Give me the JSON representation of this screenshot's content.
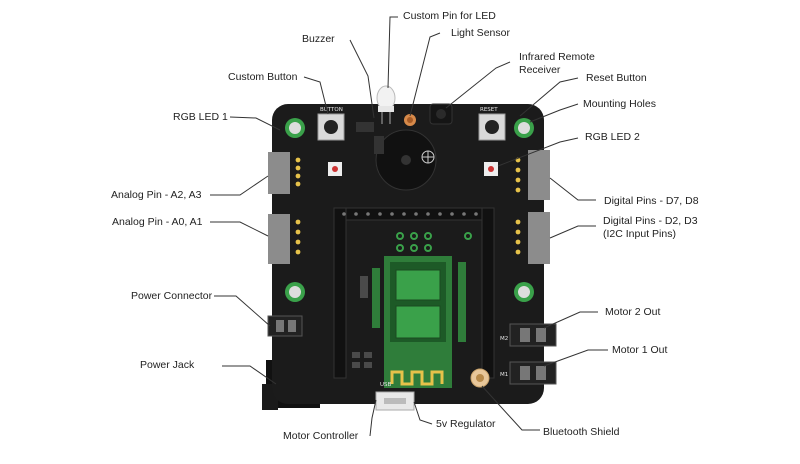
{
  "callouts": {
    "custom_pin_led": "Custom Pin for LED",
    "buzzer": "Buzzer",
    "light_sensor": "Light Sensor",
    "ir_receiver_line1": "Infrared Remote",
    "ir_receiver_line2": "Receiver",
    "custom_button": "Custom Button",
    "reset_button": "Reset Button",
    "mounting_holes": "Mounting Holes",
    "rgb_led_1": "RGB LED 1",
    "rgb_led_2": "RGB LED 2",
    "analog_a2_a3": "Analog Pin - A2, A3",
    "digital_d7_d8": "Digital Pins - D7, D8",
    "analog_a0_a1": "Analog Pin - A0, A1",
    "digital_d2_d3_line1": "Digital Pins - D2, D3",
    "digital_d2_d3_line2": "(I2C Input Pins)",
    "power_connector": "Power Connector",
    "motor_2_out": "Motor 2 Out",
    "power_jack": "Power Jack",
    "motor_1_out": "Motor 1 Out",
    "motor_controller": "Motor Controller",
    "regulator_5v": "5v Regulator",
    "bluetooth_shield": "Bluetooth Shield"
  },
  "silkscreen": {
    "button": "BUTTON",
    "reset": "RESET",
    "m1": "M1",
    "m2": "M2",
    "usb": "USB"
  },
  "colors": {
    "pcb": "#1b1b1b",
    "header_green": "#2f7d3a",
    "connector_gray": "#8c8c8c",
    "callout_line": "#333333"
  }
}
